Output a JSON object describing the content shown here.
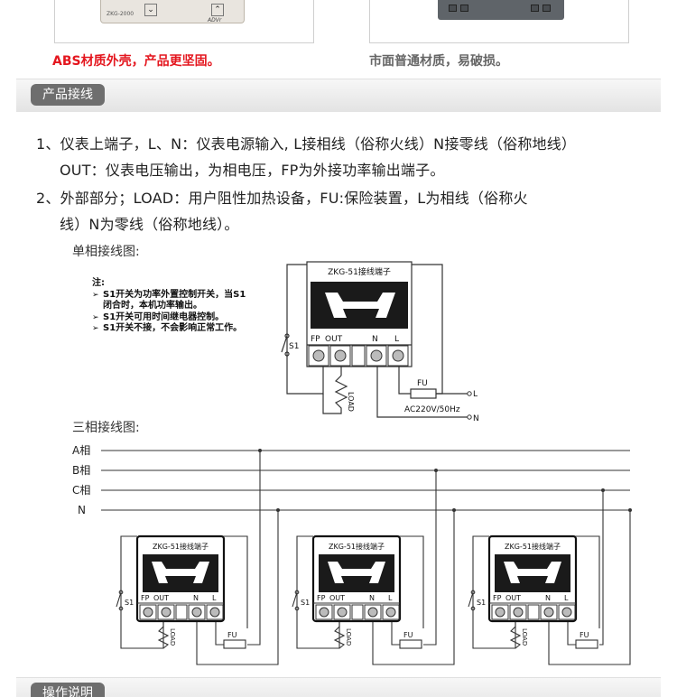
{
  "top": {
    "left_photo": {
      "model": "ZKG-2000",
      "brand": "ADVr",
      "caption": "ABS材质外壳，产品更坚固。",
      "caption_color": "#e4161e"
    },
    "right_photo": {
      "caption": "市面普通材质，易破损。",
      "caption_color": "#666666"
    }
  },
  "sections": {
    "wiring": "产品接线",
    "operation": "操作说明"
  },
  "paragraphs": {
    "p1_line1": "1、仪表上端子，L、N：仪表电源输入, L接相线（俗称火线）N接零线（俗称地线）",
    "p1_line2": "OUT：仪表电压输出，为相电压，FP为外接功率输出端子。",
    "p2_line1": "2、外部部分；LOAD：用户阻性加热设备，FU:保险装置，L为相线（俗称火",
    "p2_line2": "线）N为零线（俗称地线）。"
  },
  "single_phase": {
    "title": "单相接线图:",
    "note_head": "注:",
    "notes": [
      "S1开关为功率外置控制开关，当S1闭合时，本机功率输出。",
      "S1开关可用时间继电器控制。",
      "S1开关不接，不会影响正常工作。"
    ],
    "device_label": "ZKG-51接线端子",
    "terminals": {
      "fp": "FP",
      "out": "OUT",
      "n": "N",
      "l": "L"
    },
    "switch": "S1",
    "load": "LOAD",
    "fuse": "FU",
    "line_l": "L",
    "line_n": "N",
    "supply": "AC220V/50Hz"
  },
  "three_phase": {
    "title": "三相接线图:",
    "phases": [
      "A相",
      "B相",
      "C相",
      "N"
    ],
    "device_label": "ZKG-51接线端子",
    "terminals": {
      "fp": "FP",
      "out": "OUT",
      "n": "N",
      "l": "L"
    },
    "switch": "S1",
    "load": "LOAD",
    "fuse": "FU"
  },
  "colors": {
    "accent_red": "#e4161e",
    "pill_bg": "#6e6e6e",
    "device_dark": "#1a1a1a"
  }
}
